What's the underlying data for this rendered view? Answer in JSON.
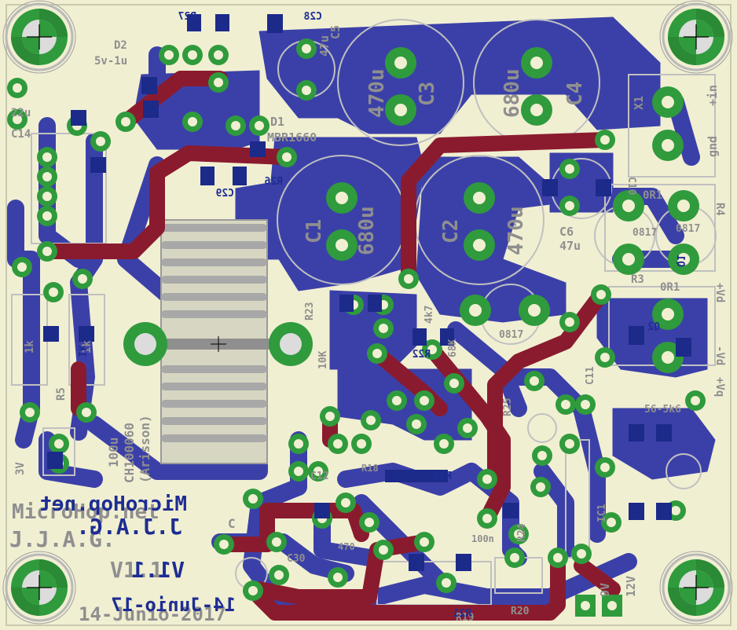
{
  "board": {
    "colors": {
      "background": "#f1efd2",
      "bottom_copper": "#3b40a8",
      "top_copper": "#8a1b2e",
      "pad": "#2f9b3c",
      "silkscreen": "#8f8f8f",
      "bottom_silk": "#1d2d93",
      "outline": "#b9b9b9"
    },
    "texts": {
      "microhop_mirror": "MicroHop.net",
      "microhop_ghost": "MicroHop.net",
      "jjag_mirror": "J.J.A.G.",
      "jjag_ghost": "J.J.A.G.",
      "version_mirror": "V1.1",
      "version_ghost": "V1.1",
      "date_mirror": "14-Junio-17",
      "date_ghost": "14-Junio-2017",
      "c1_value": "680u",
      "c2_value": "470u",
      "c3_value": "470u",
      "c4_value": "680u",
      "c5_value": "47u",
      "c6_value": "47u",
      "d1_part": "MBR1660",
      "c14": "C14",
      "r26": "R26",
      "c29": "C29",
      "r27": "R27",
      "c28": "C28",
      "d2": "D2",
      "x1": "X1",
      "r4": "R4",
      "r3": "R3",
      "r5": "R5",
      "pin_plus_in": "+in",
      "pin_gnd": "gnd",
      "pin_plus_vd": "+Vd",
      "pin_minus_vd": "-Vd",
      "pin_plus_vq": "+Vq",
      "inductor_part": "CH100060",
      "inductor_value": "100u",
      "inductor_maker": "(Arisson)",
      "r1k_a": "1k",
      "r1k_b": "1k",
      "r1k_c": "1k",
      "label_12v": "12V",
      "label_9v": "9V",
      "label_3v": "3V",
      "label_c": "C",
      "label_r19": "R19",
      "label_r20": "R20",
      "label_r18": "R18",
      "label_r21": "R21",
      "label_r22": "R22",
      "label_r23": "R23",
      "label_c10": "C10",
      "label_c11": "C11",
      "label_c12": "C12",
      "label_c30": "C30",
      "label_r25": "R25",
      "label_r24": "R24",
      "label_r16": "R16",
      "label_ic1": "IC1",
      "label_c3": "C3",
      "label_c4": "C4",
      "label_c1": "C1",
      "label_c2": "C2",
      "label_c5": "C5",
      "label_c6": "C6",
      "label_d1": "D1",
      "opto_label": "0817",
      "cap_value_22u": "22u",
      "res_0r1": "0R1",
      "res_0r1_2": "0R1",
      "label_10k": "10K",
      "label_68k": "68K",
      "label_4k7": "4k7",
      "label_5v_1u": "5v-1u",
      "label_56k": "56-5k6",
      "label_100n": "100n",
      "label_470": "470",
      "label_q1": "Q1",
      "label_q2": "Q2"
    }
  }
}
